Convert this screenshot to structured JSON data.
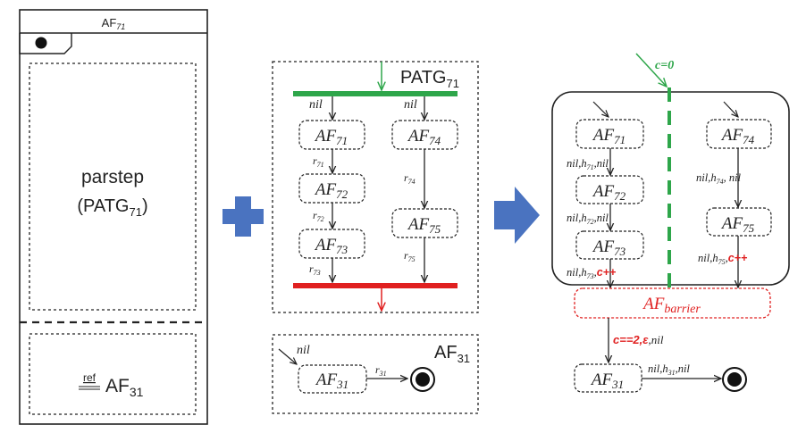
{
  "left_panel": {
    "title_base": "AF",
    "title_sub": "71",
    "parstep_label": "parstep",
    "parstep_arg_open": "(PATG",
    "parstep_arg_sub": "71",
    "parstep_arg_close": ")",
    "ref_keyword": "ref",
    "ref_target_base": "AF",
    "ref_target_sub": "31"
  },
  "plus_symbol": "+",
  "middle_panel": {
    "patg_title_base": "PATG",
    "patg_title_sub": "71",
    "branch_left_label": "nil",
    "branch_right_label": "nil",
    "nodes": [
      {
        "base": "AF",
        "sub": "71"
      },
      {
        "base": "AF",
        "sub": "72"
      },
      {
        "base": "AF",
        "sub": "73"
      },
      {
        "base": "AF",
        "sub": "74"
      },
      {
        "base": "AF",
        "sub": "75"
      }
    ],
    "edge_labels": [
      {
        "base": "r",
        "sub": "71"
      },
      {
        "base": "r",
        "sub": "72"
      },
      {
        "base": "r",
        "sub": "73"
      },
      {
        "base": "r",
        "sub": "74"
      },
      {
        "base": "r",
        "sub": "75"
      }
    ],
    "af31_box": {
      "title_base": "AF",
      "title_sub": "31",
      "initial_label": "nil",
      "node_base": "AF",
      "node_sub": "31",
      "edge_base": "r",
      "edge_sub": "31"
    }
  },
  "right_panel": {
    "guard_top": "c=0",
    "nodes": [
      {
        "base": "AF",
        "sub": "71"
      },
      {
        "base": "AF",
        "sub": "72"
      },
      {
        "base": "AF",
        "sub": "73"
      },
      {
        "base": "AF",
        "sub": "74"
      },
      {
        "base": "AF",
        "sub": "75"
      }
    ],
    "edge_71_72": {
      "a": "nil,h",
      "sub": "71",
      "b": ",nil"
    },
    "edge_72_73": {
      "a": "nil,h",
      "sub": "72",
      "b": ",nil"
    },
    "edge_73_out": {
      "a": "nil,h",
      "sub": "73",
      "b": ",",
      "inc": "c++"
    },
    "edge_74_75": {
      "a": "nil,h",
      "sub": "74",
      "b": ", nil"
    },
    "edge_75_out": {
      "a": "nil,h",
      "sub": "75",
      "b": ",",
      "inc": "c++"
    },
    "barrier": {
      "base": "AF",
      "sub": "barrier"
    },
    "guard_bottom": {
      "cond": "c==2,",
      "eps": "ε",
      "rest": ",nil"
    },
    "af31": {
      "base": "AF",
      "sub": "31"
    },
    "edge_final": {
      "a": "nil,h",
      "sub": "31",
      "b": ",nil"
    }
  },
  "colors": {
    "green": "#2ea64a",
    "red": "#e02020",
    "blue_arrow": "#4a73c0",
    "dark": "#222222"
  }
}
